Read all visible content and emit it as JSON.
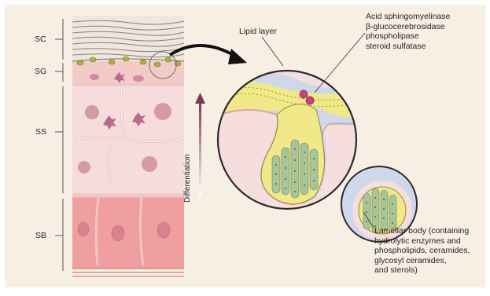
{
  "layers": {
    "sc": "SC",
    "sg": "SG",
    "ss": "SS",
    "sb": "SB"
  },
  "labels": {
    "lipid_layer": "Lipid layer",
    "enzymes": [
      "Acid sphingomyelinase",
      "β-glucocerebrosidase",
      "phospholipase",
      "steroid sulfatase"
    ],
    "differentiation": "Differentiation",
    "lamellar_body": [
      "Lamellar body (containing",
      "hydrolytic enzymes and",
      "phospholipids, ceramides,",
      "glycosyl ceramides,",
      "and sterols)"
    ]
  },
  "colors": {
    "background_panel": "#f8efe4",
    "cell_fill": "#f2cfcf",
    "basal_fill": "#ee9c9c",
    "granule": "#a9b34a",
    "lipid_yellow": "#f1e889",
    "circle_blue": "#cfd8ea",
    "enzyme": "#c8437a",
    "arrow": "#7a3b52"
  }
}
